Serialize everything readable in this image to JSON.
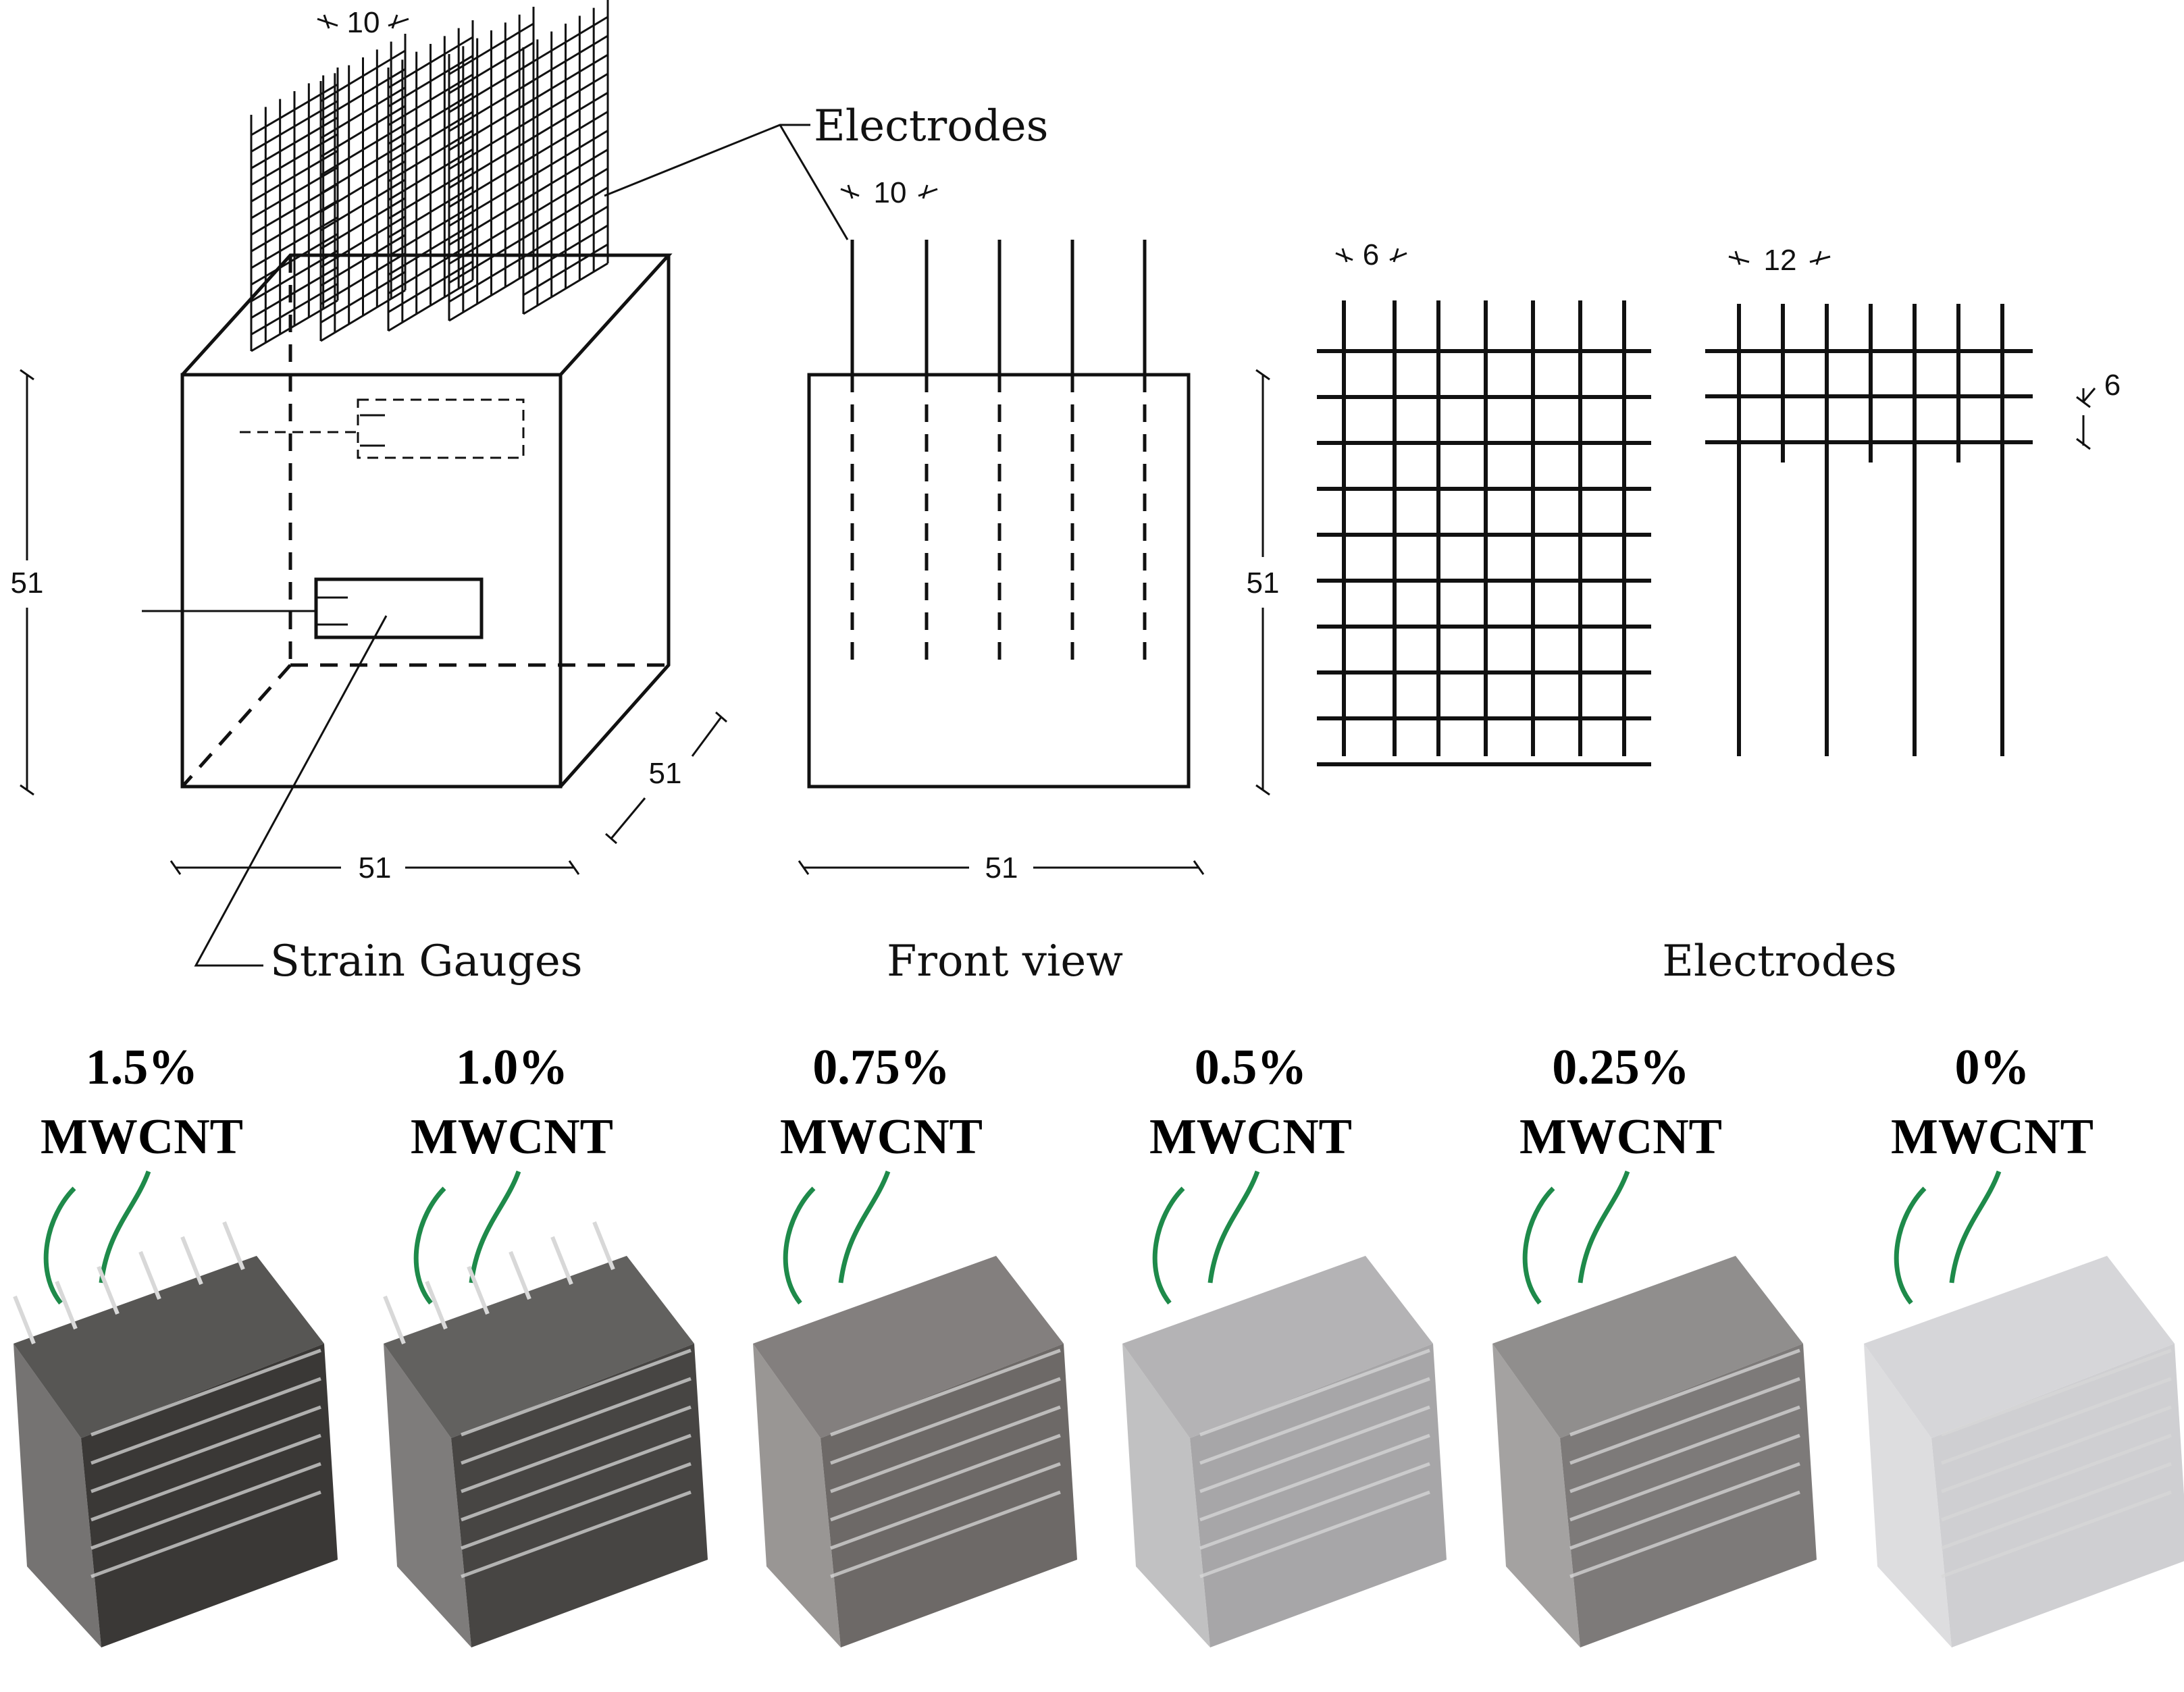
{
  "schematic": {
    "electrodes_callout": "Electrodes",
    "strain_gauges_callout": "Strain Gauges",
    "front_view_caption": "Front view",
    "electrodes_caption": "Electrodes",
    "dimensions": {
      "cube_height": "51",
      "cube_width": "51",
      "cube_depth": "51",
      "electrode_spacing_iso": "10",
      "electrode_spacing_front": "10",
      "front_height": "51",
      "front_width": "51",
      "grid_a_spacing": "6",
      "grid_b_spacing": "12",
      "grid_b_vertical_spacing": "6"
    }
  },
  "specimens": [
    {
      "percent": "1.5%",
      "label": "MWCNT",
      "shade": "#3a3836"
    },
    {
      "percent": "1.0%",
      "label": "MWCNT",
      "shade": "#474543"
    },
    {
      "percent": "0.75%",
      "label": "MWCNT",
      "shade": "#6d6967"
    },
    {
      "percent": "0.5%",
      "label": "MWCNT",
      "shade": "#a7a6a8"
    },
    {
      "percent": "0.25%",
      "label": "MWCNT",
      "shade": "#7d7a79"
    },
    {
      "percent": "0%",
      "label": "MWCNT",
      "shade": "#cfcfd2"
    }
  ],
  "colors": {
    "wire": "#1e8a4a",
    "mesh_metal": "#d8d8d8"
  }
}
